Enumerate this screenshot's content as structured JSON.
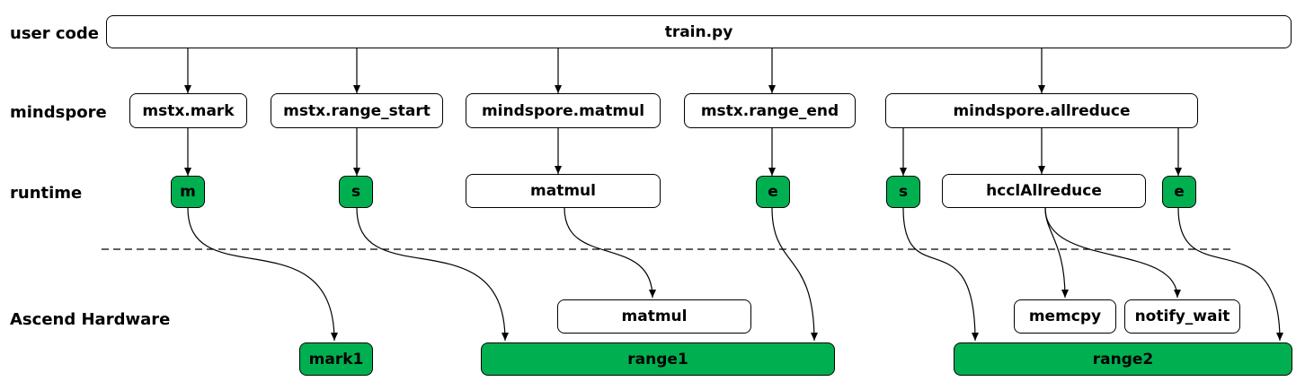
{
  "layers": {
    "user_code": "user code",
    "mindspore": "mindspore",
    "runtime": "runtime",
    "hardware": "Ascend Hardware"
  },
  "user_code": {
    "train": "train.py"
  },
  "mindspore": {
    "mark": "mstx.mark",
    "range_start": "mstx.range_start",
    "matmul": "mindspore.matmul",
    "range_end": "mstx.range_end",
    "allreduce": "mindspore.allreduce"
  },
  "runtime": {
    "m": "m",
    "s1": "s",
    "matmul": "matmul",
    "e1": "e",
    "s2": "s",
    "hccl": "hcclAllreduce",
    "e2": "e"
  },
  "hardware": {
    "matmul": "matmul",
    "memcpy": "memcpy",
    "notify_wait": "notify_wait",
    "mark1": "mark1",
    "range1": "range1",
    "range2": "range2"
  },
  "colors": {
    "marker_green": "#00b050",
    "line": "#000000"
  }
}
